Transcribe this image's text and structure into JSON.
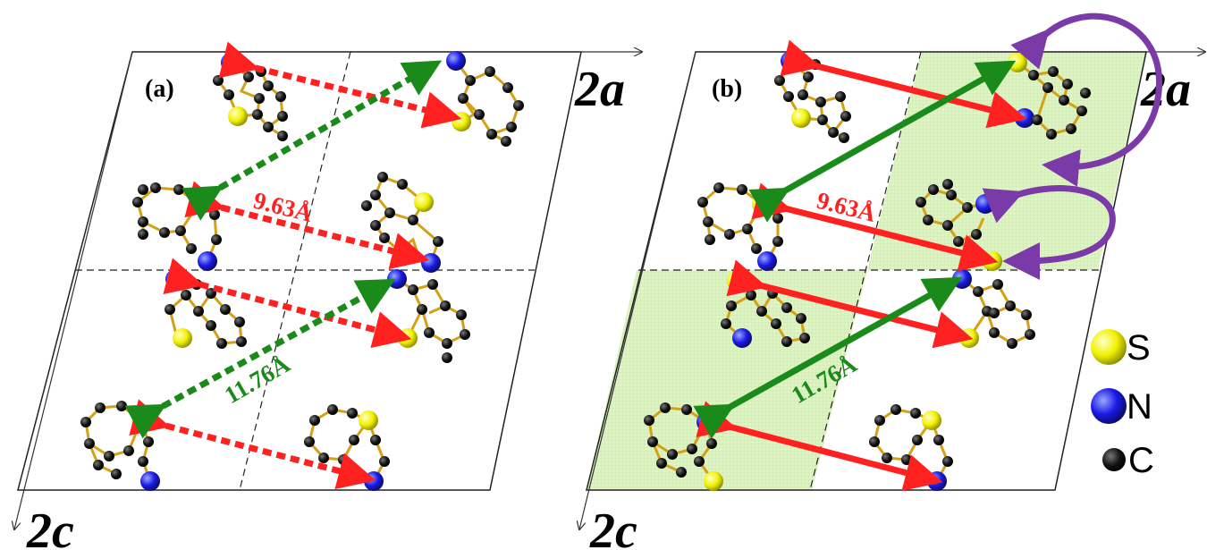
{
  "figure": {
    "panel_a": {
      "label": "(a)",
      "axis_a": "2a",
      "axis_c": "2c",
      "distance_red": "9.63Å",
      "distance_green": "11.76Å"
    },
    "panel_b": {
      "label": "(b)",
      "axis_a": "2a",
      "axis_c": "2c",
      "distance_red": "9.63Å",
      "distance_green": "11.76Å"
    },
    "legend": [
      {
        "symbol": "S",
        "color": "#f2f200"
      },
      {
        "symbol": "N",
        "color": "#1a1ae6"
      },
      {
        "symbol": "C",
        "color": "#111111"
      }
    ]
  },
  "colors": {
    "sulfur": "#f2f200",
    "nitrogen": "#1a1ae6",
    "carbon": "#111111",
    "bond": "#d4a017",
    "red_arrow": "#ff2020",
    "green_arrow": "#1a8a1a",
    "purple_arrow": "#7a3aa8",
    "shade": "#d6efb8"
  }
}
